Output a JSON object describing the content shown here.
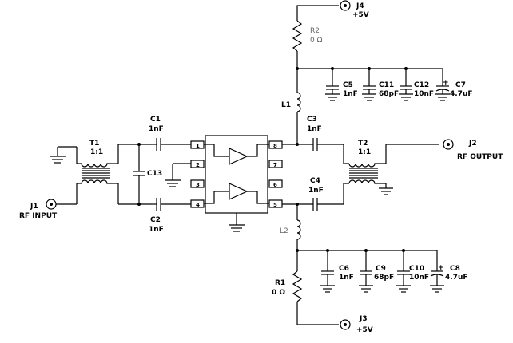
{
  "components": {
    "J1": {
      "ref": "J1",
      "name": "RF INPUT"
    },
    "J2": {
      "ref": "J2",
      "name": "RF OUTPUT"
    },
    "J3": {
      "ref": "J3",
      "value": "+5V"
    },
    "J4": {
      "ref": "J4",
      "value": "+5V"
    },
    "T1": {
      "ref": "T1",
      "ratio": "1:1"
    },
    "T2": {
      "ref": "T2",
      "ratio": "1:1"
    },
    "C1": {
      "ref": "C1",
      "value": "1nF"
    },
    "C2": {
      "ref": "C2",
      "value": "1nF"
    },
    "C3": {
      "ref": "C3",
      "value": "1nF"
    },
    "C4": {
      "ref": "C4",
      "value": "1nF"
    },
    "C13": {
      "ref": "C13"
    },
    "C5": {
      "ref": "C5",
      "value": "1nF"
    },
    "C11": {
      "ref": "C11",
      "value": "68pF"
    },
    "C12": {
      "ref": "C12",
      "value": "10nF"
    },
    "C7": {
      "ref": "C7",
      "value": "4.7uF"
    },
    "C6": {
      "ref": "C6",
      "value": "1nF"
    },
    "C9": {
      "ref": "C9",
      "value": "68pF"
    },
    "C10": {
      "ref": "C10",
      "value": "10nF"
    },
    "C8": {
      "ref": "C8",
      "value": "4.7uF"
    },
    "R1": {
      "ref": "R1",
      "value": "0 Ω"
    },
    "R2": {
      "ref": "R2",
      "value": "0 Ω"
    },
    "L1": {
      "ref": "L1"
    },
    "L2": {
      "ref": "L2"
    }
  },
  "ic": {
    "pins": [
      "1",
      "2",
      "3",
      "4",
      "5",
      "6",
      "7",
      "8"
    ]
  },
  "polarity_mark": "+"
}
